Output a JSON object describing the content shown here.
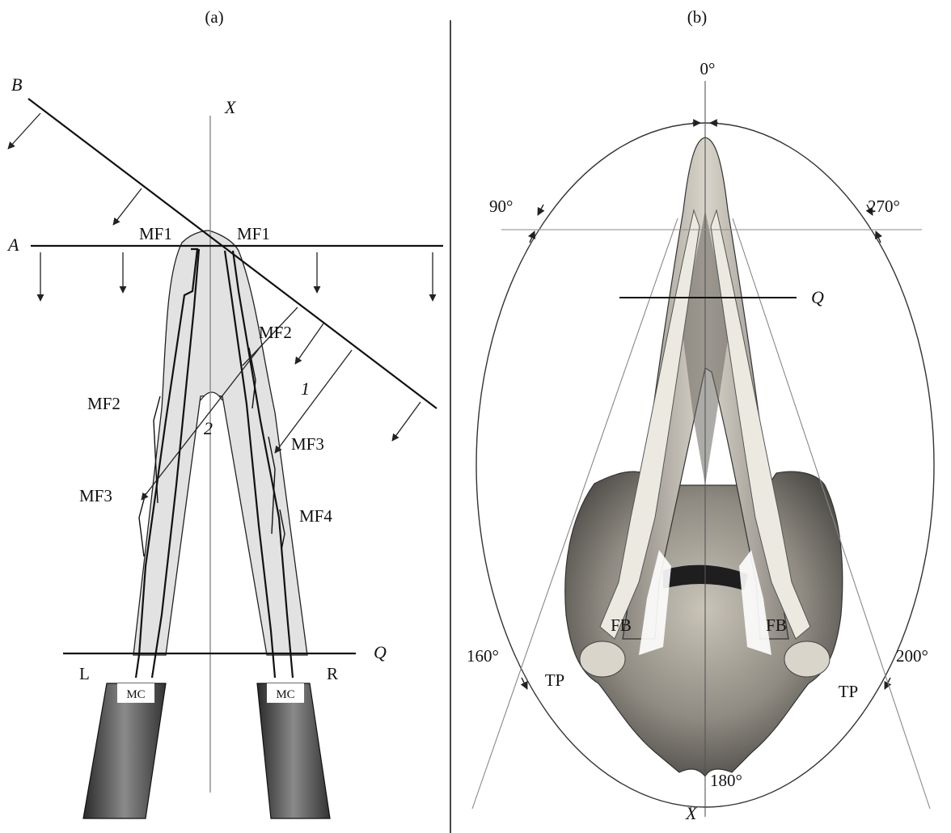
{
  "panels": {
    "a": {
      "panel_label": "(a)",
      "lines": {
        "X": "X",
        "A": "A",
        "B": "B",
        "Q": "Q"
      },
      "sides": {
        "left": "L",
        "right": "R"
      },
      "beam_labels": {
        "one": "1",
        "two": "2"
      },
      "foramina": {
        "mf1_left": "MF1",
        "mf1_right": "MF1",
        "mf2_left": "MF2",
        "mf2_right": "MF2",
        "mf3_left": "MF3",
        "mf3_right": "MF3",
        "mf4_right": "MF4"
      },
      "canal_left": "MC",
      "canal_right": "MC"
    },
    "b": {
      "panel_label": "(b)",
      "angles": {
        "a0": "0°",
        "a90": "90°",
        "a270": "270°",
        "a160": "160°",
        "a200": "200°",
        "a180": "180°"
      },
      "lines": {
        "Q": "Q",
        "X": "X"
      },
      "structures": {
        "fb_left": "FB",
        "fb_right": "FB",
        "tp_left": "TP",
        "tp_right": "TP"
      }
    }
  }
}
